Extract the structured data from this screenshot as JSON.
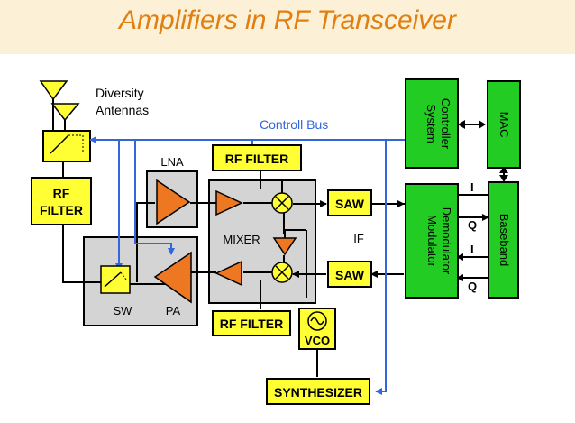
{
  "title": "Amplifiers in RF Transceiver",
  "labels": {
    "diversity_line1": "Diversity",
    "diversity_line2": "Antennas",
    "control_bus": "Controll Bus",
    "rf_filter_left_line1": "RF",
    "rf_filter_left_line2": "FILTER",
    "rf_filter_top": "RF FILTER",
    "rf_filter_bottom": "RF FILTER",
    "lna": "LNA",
    "mixer": "MIXER",
    "sw": "SW",
    "pa": "PA",
    "saw_top": "SAW",
    "saw_bottom": "SAW",
    "if": "IF",
    "vco": "VCO",
    "synthesizer": "SYNTHESIZER",
    "system_controller_line1": "System",
    "system_controller_line2": "Controller",
    "mac": "MAC",
    "modulator_line1": "Modulator",
    "modulator_line2": "Demodulator",
    "baseband": "Baseband",
    "i_top": "I",
    "q_top": "Q",
    "i_bottom": "I",
    "q_bottom": "Q"
  },
  "colors": {
    "title_bg": "#fcf1d6",
    "title_text": "#e07f12",
    "yellow_block": "#ffff33",
    "green_block": "#22cc22",
    "orange_triangle": "#ee7722",
    "gray_panel": "#d4d4d4",
    "control_bus": "#3366dd",
    "wire": "#000000"
  }
}
